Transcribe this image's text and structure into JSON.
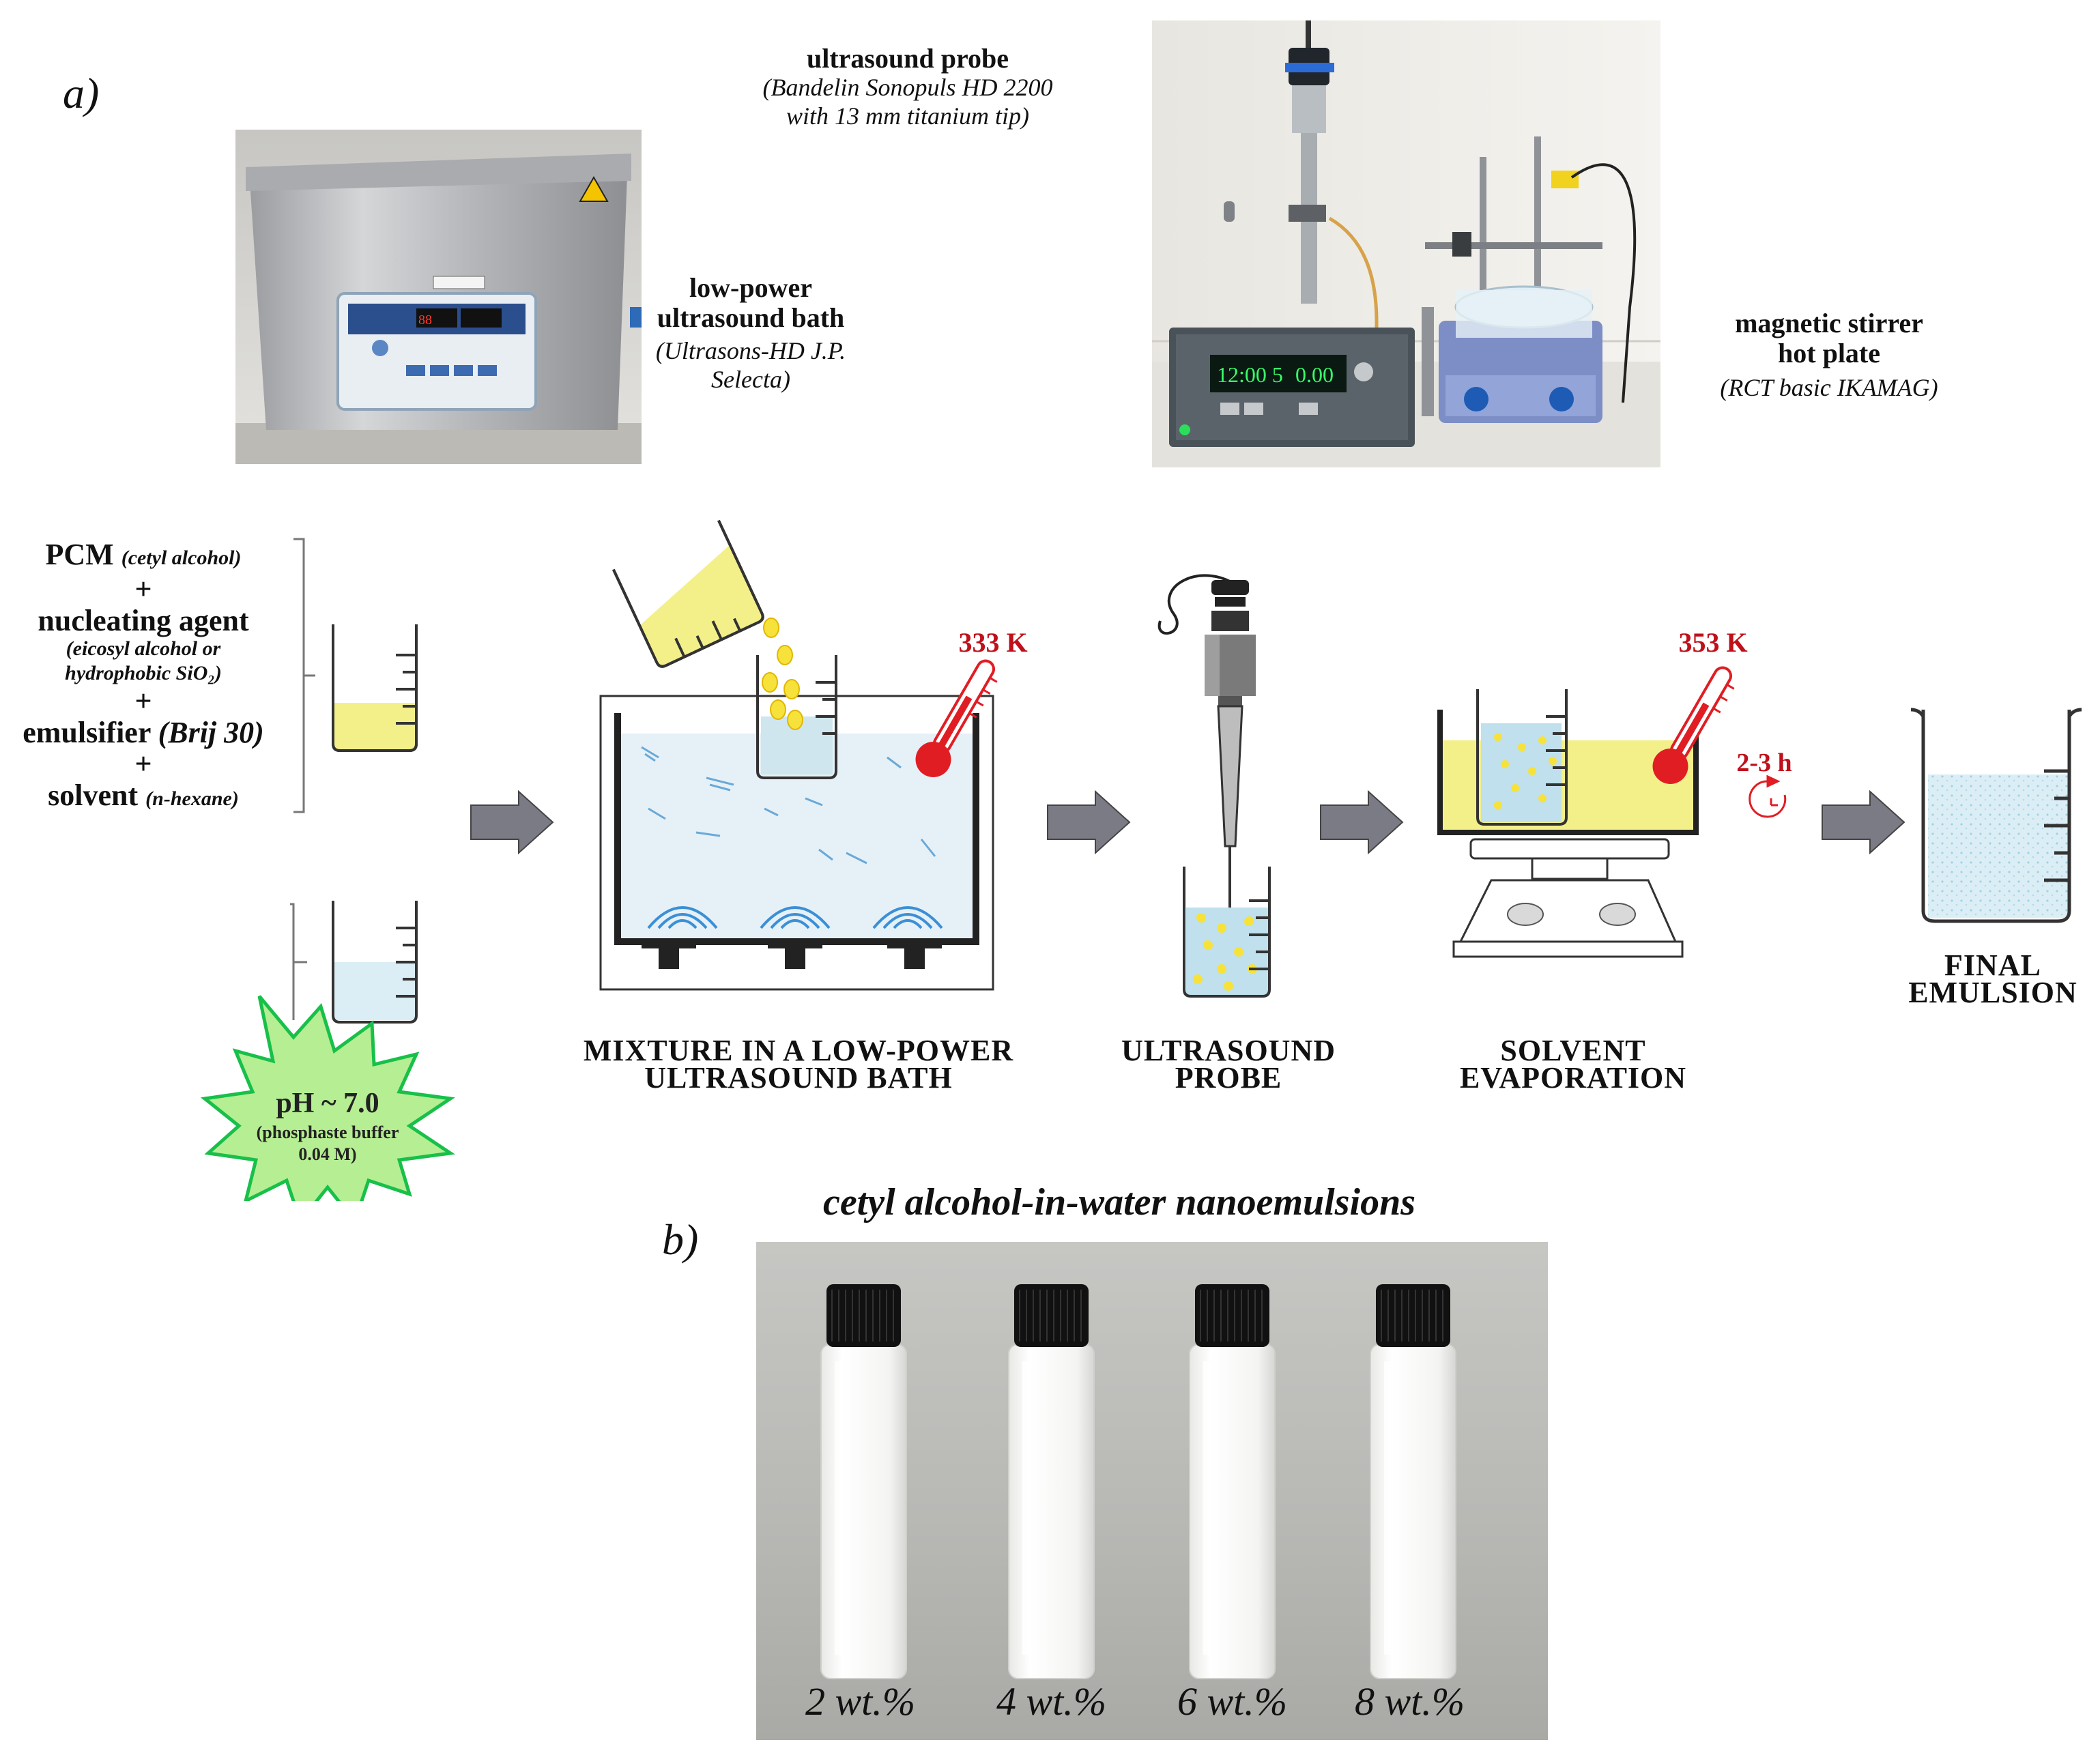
{
  "panel_a_label": "a)",
  "panel_b_label": "b)",
  "equipment": {
    "bath": {
      "title_1": "low-power",
      "title_2": "ultrasound bath",
      "sub_1": "(Ultrasons-HD J.P.",
      "sub_2": "Selecta)"
    },
    "probe": {
      "title": "ultrasound probe",
      "sub_1": "(Bandelin Sonopuls HD 2200",
      "sub_2": "with 13 mm titanium tip)"
    },
    "stirrer": {
      "title_1": "magnetic stirrer",
      "title_2": "hot plate",
      "sub": "(RCT basic IKAMAG)"
    }
  },
  "photo_readout": {
    "display_1": "12:00 5",
    "display_2": "0.00"
  },
  "ingredients": {
    "pcm": "PCM",
    "pcm_sub": "(cetyl alcohol)",
    "plus_1": "+",
    "nucleating": "nucleating agent",
    "nucleating_sub_1": "(eicosyl alcohol or",
    "nucleating_sub_2": "hydrophobic SiO₂)",
    "plus_2": "+",
    "emulsifier": "emulsifier",
    "emulsifier_sub": "(Brij 30)",
    "plus_3": "+",
    "solvent": "solvent",
    "solvent_sub": "(n-hexane)"
  },
  "buffer": {
    "ph": "pH ~ 7.0",
    "sub_1": "(phosphaste buffer",
    "sub_2": "0.04 M)"
  },
  "steps": {
    "bath_temp": "333 K",
    "evap_temp": "353 K",
    "evap_time": "2-3 h",
    "mixture_1": "MIXTURE IN A LOW-POWER",
    "mixture_2": "ULTRASOUND BATH",
    "probe_1": "ULTRASOUND",
    "probe_2": "PROBE",
    "evap_1": "SOLVENT",
    "evap_2": "EVAPORATION",
    "final_1": "FINAL",
    "final_2": "EMULSION"
  },
  "panel_b": {
    "title": "cetyl alcohol-in-water  nanoemulsions",
    "vials": [
      "2 wt.%",
      "4 wt.%",
      "6 wt.%",
      "8 wt.%"
    ]
  },
  "colors": {
    "oil_yellow": "#f3f08a",
    "water_blue": "#c6e0ea",
    "thermo_red": "#e11d24",
    "arrow_grey": "#7b7b86",
    "burst_green": "#b6ee93"
  }
}
